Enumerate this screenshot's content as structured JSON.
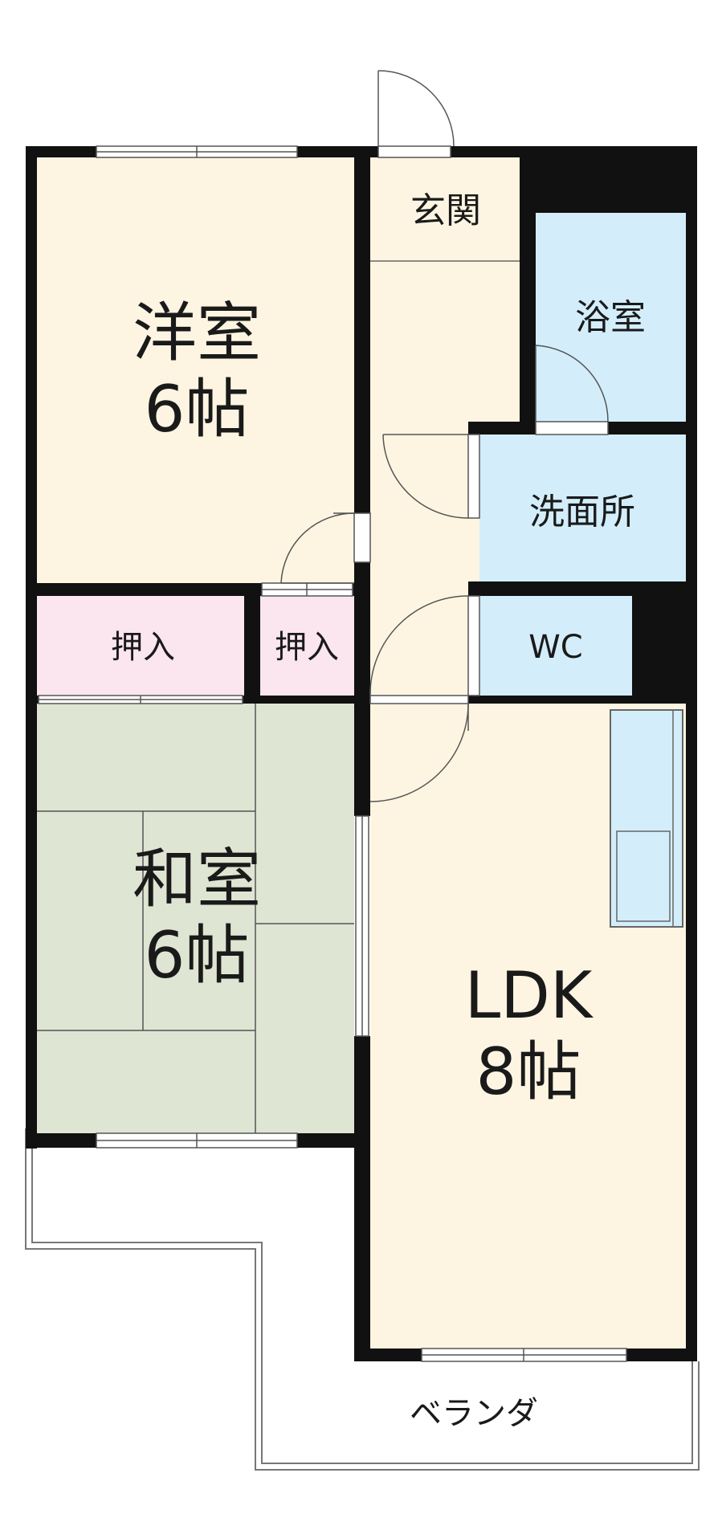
{
  "rooms": {
    "western": {
      "name": "洋室",
      "size": "6帖"
    },
    "japanese": {
      "name": "和室",
      "size": "6帖"
    },
    "ldk": {
      "name": "LDK",
      "size": "8帖"
    },
    "entrance": {
      "name": "玄関"
    },
    "bath": {
      "name": "浴室"
    },
    "washroom": {
      "name": "洗面所"
    },
    "wc": {
      "name": "WC"
    },
    "closet_1": {
      "name": "押入"
    },
    "closet_2": {
      "name": "押入"
    },
    "veranda": {
      "name": "ベランダ"
    }
  },
  "colors": {
    "wall": "#111111",
    "wood_floor": "#fdf5e2",
    "tatami": "#dfe5d3",
    "wet_area": "#d3eefa",
    "closet": "#fbe6ef",
    "line": "#666666"
  }
}
